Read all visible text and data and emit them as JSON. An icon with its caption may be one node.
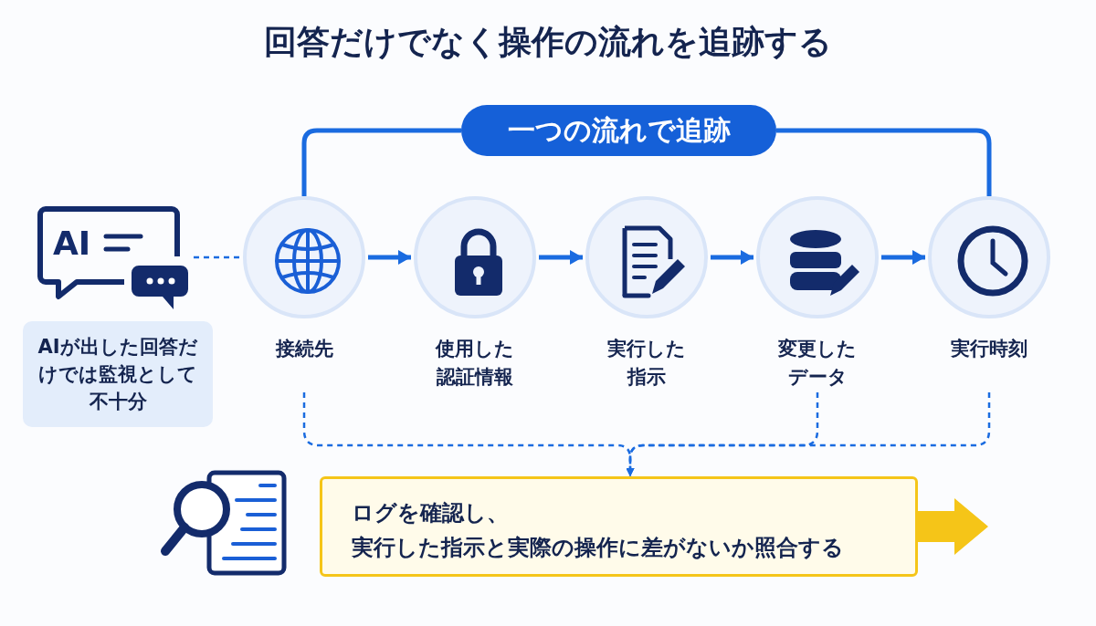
{
  "diagram": {
    "title": "回答だけでなく操作の流れを追跡する",
    "nodes": [
      {
        "text": [
          "AI"
        ]
      },
      {
        "text": [
          "AIが出した回答だけでは監視として不十分"
        ]
      },
      {
        "text": [
          "一つの流れで追跡"
        ]
      },
      {
        "text": [
          "接続先"
        ]
      },
      {
        "text": [
          "使用した認証情報"
        ]
      },
      {
        "text": [
          "実行した指示"
        ]
      },
      {
        "text": [
          "変更したデータ"
        ]
      },
      {
        "text": [
          "実行時刻"
        ]
      },
      {
        "text": [
          "ログを確認し、",
          "実行した指示と実際の操作に差がないか照合する"
        ]
      }
    ],
    "edges": [
      {
        "from": 0,
        "to": 3,
        "arrow": "none",
        "style": "dashed"
      },
      {
        "from": 2,
        "to": 3,
        "arrow": "none"
      },
      {
        "from": 2,
        "to": 7,
        "arrow": "none"
      },
      {
        "from": 3,
        "to": 4,
        "arrow": "to"
      },
      {
        "from": 4,
        "to": 5,
        "arrow": "to"
      },
      {
        "from": 5,
        "to": 6,
        "arrow": "to"
      },
      {
        "from": 6,
        "to": 7,
        "arrow": "to"
      },
      {
        "from": 3,
        "to": 8,
        "arrow": "to",
        "style": "dashed"
      },
      {
        "from": 6,
        "to": 8,
        "arrow": "to",
        "style": "dashed"
      },
      {
        "from": 7,
        "to": 8,
        "arrow": "to",
        "style": "dashed"
      },
      {
        "from": 8,
        "to": null,
        "arrow": "to",
        "style": "thick",
        "color": "#f5c518"
      }
    ]
  }
}
